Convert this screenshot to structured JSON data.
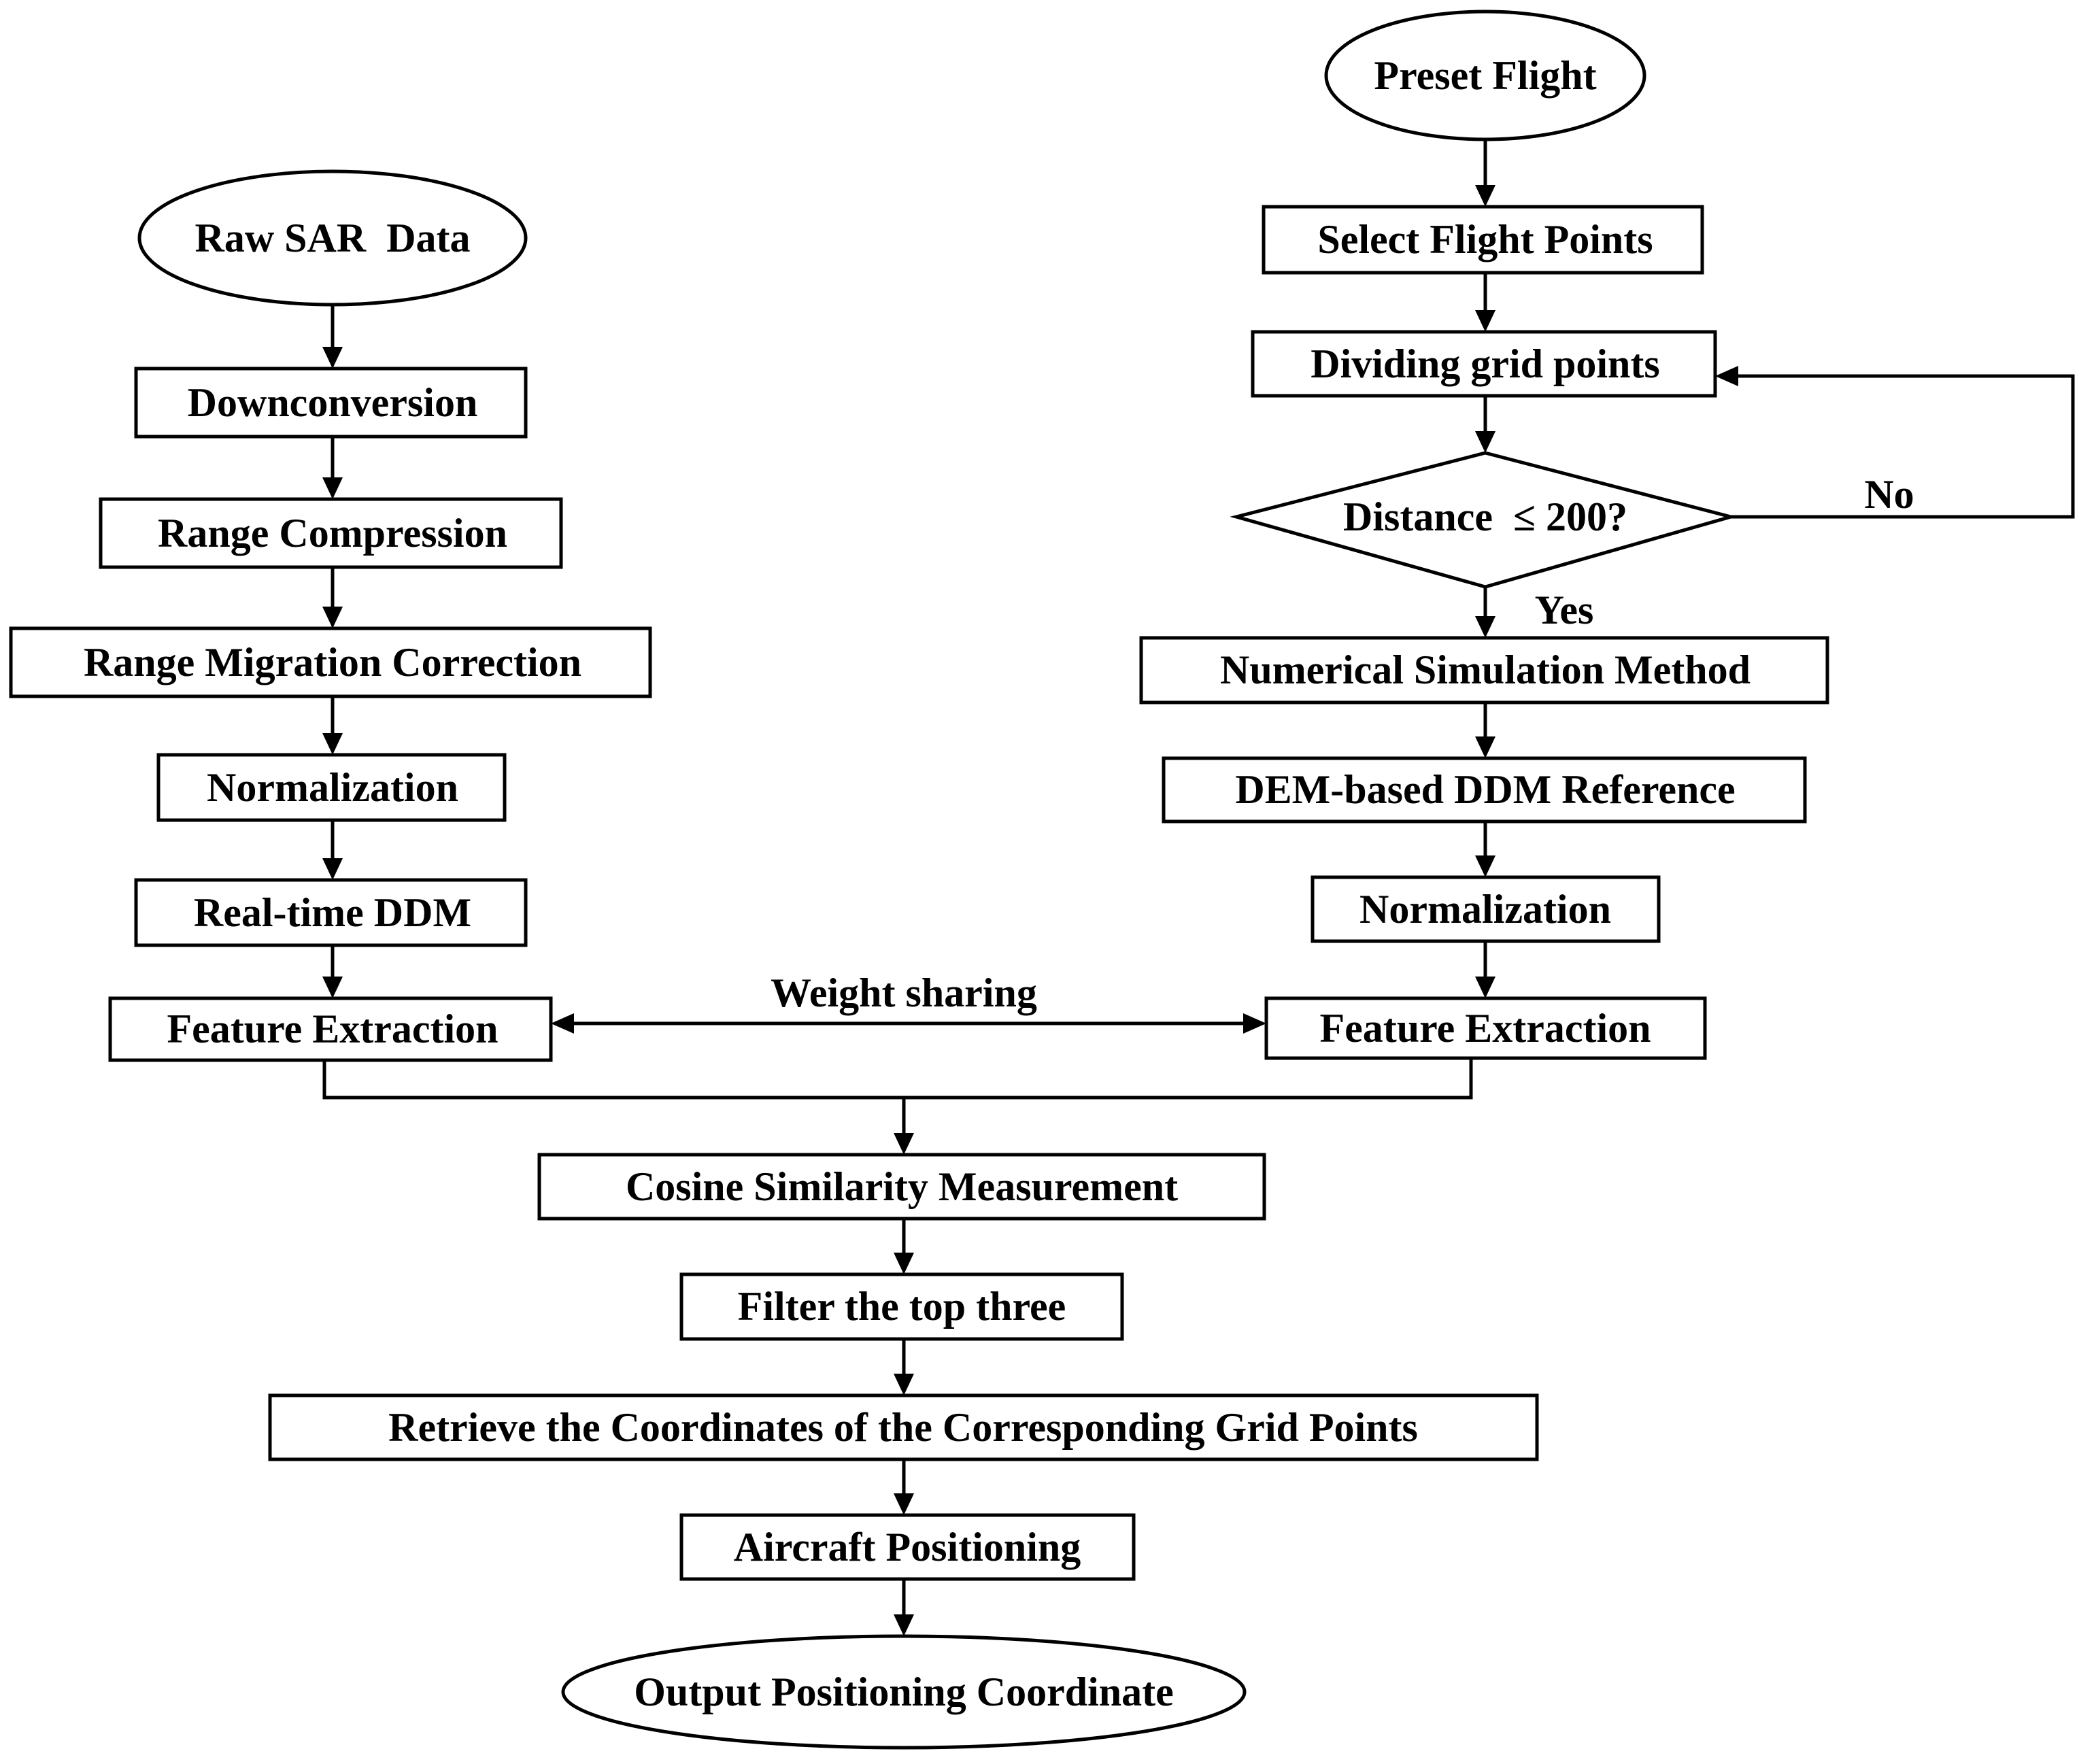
{
  "left_branch": {
    "start": "Raw SAR  Data",
    "steps": [
      "Downconversion",
      "Range Compression",
      "Range Migration Correction",
      "Normalization",
      "Real-time DDM",
      "Feature Extraction"
    ]
  },
  "right_branch": {
    "start": "Preset Flight",
    "select": "Select Flight Points",
    "grid": "Dividing grid points",
    "decision": "Distance  ≤ 200?",
    "no_label": "No",
    "yes_label": "Yes",
    "steps": [
      "Numerical Simulation Method",
      "DEM-based DDM Reference",
      "Normalization",
      "Feature Extraction"
    ]
  },
  "link_label": "Weight sharing",
  "merge_steps": [
    "Cosine Similarity Measurement",
    "Filter the top three",
    "Retrieve the Coordinates of the Corresponding Grid Points",
    "Aircraft Positioning"
  ],
  "end": "Output Positioning Coordinate"
}
